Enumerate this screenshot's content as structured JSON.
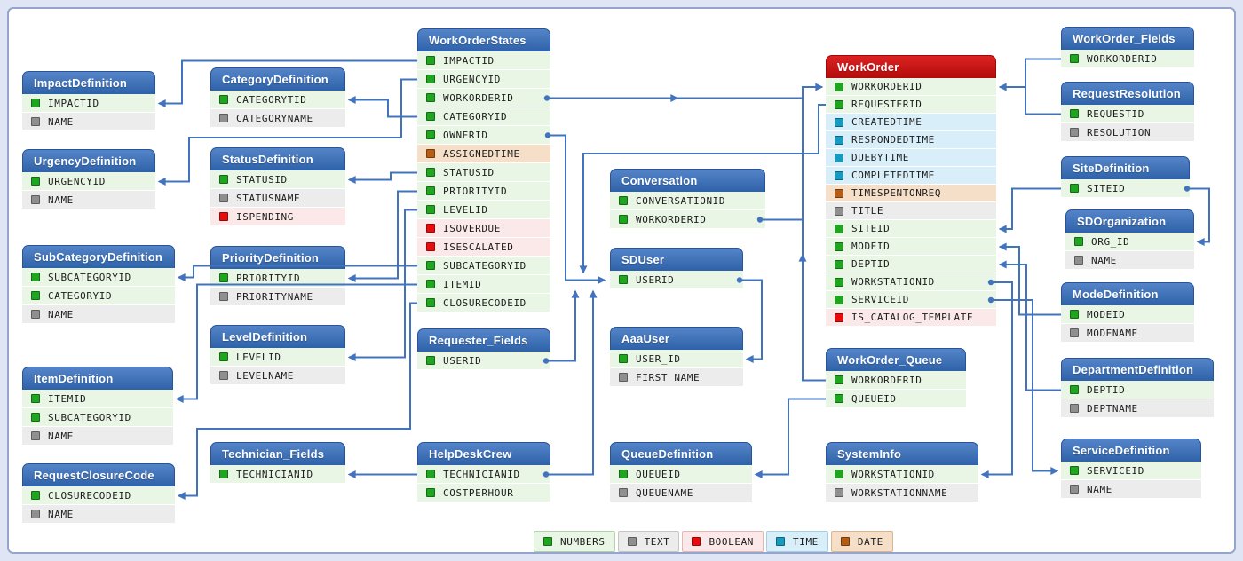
{
  "legend": {
    "items": [
      {
        "label": "NUMBERS",
        "type": "number"
      },
      {
        "label": "TEXT",
        "type": "text"
      },
      {
        "label": "BOOLEAN",
        "type": "boolean"
      },
      {
        "label": "TIME",
        "type": "time"
      },
      {
        "label": "DATE",
        "type": "date"
      }
    ]
  },
  "type_colors": {
    "number": {
      "square": "#1fa51f",
      "row_bg": "#e9f5e5",
      "legend_border": "#b4d2ae"
    },
    "text": {
      "square": "#8f8f8f",
      "row_bg": "#ececec",
      "legend_border": "#c6c6c6"
    },
    "boolean": {
      "square": "#e80c0c",
      "row_bg": "#fbe9e9",
      "legend_border": "#e4b7b7"
    },
    "time": {
      "square": "#169bc0",
      "row_bg": "#d8eef8",
      "legend_border": "#a7cfe2"
    },
    "date": {
      "square": "#b65c13",
      "row_bg": "#f6dfc9",
      "legend_border": "#dcb68e"
    }
  },
  "header_colors": {
    "blue": "#34699f",
    "red": "#c41111"
  },
  "wire_color": "#4273bf",
  "tables": [
    {
      "name": "ImpactDefinition",
      "header": "blue",
      "columns": [
        {
          "name": "IMPACTID",
          "type": "number"
        },
        {
          "name": "NAME",
          "type": "text"
        }
      ]
    },
    {
      "name": "UrgencyDefinition",
      "header": "blue",
      "columns": [
        {
          "name": "URGENCYID",
          "type": "number"
        },
        {
          "name": "NAME",
          "type": "text"
        }
      ]
    },
    {
      "name": "SubCategoryDefinition",
      "header": "blue",
      "columns": [
        {
          "name": "SUBCATEGORYID",
          "type": "number"
        },
        {
          "name": "CATEGORYID",
          "type": "number"
        },
        {
          "name": "NAME",
          "type": "text"
        }
      ]
    },
    {
      "name": "ItemDefinition",
      "header": "blue",
      "columns": [
        {
          "name": "ITEMID",
          "type": "number"
        },
        {
          "name": "SUBCATEGORYID",
          "type": "number"
        },
        {
          "name": "NAME",
          "type": "text"
        }
      ]
    },
    {
      "name": "RequestClosureCode",
      "header": "blue",
      "columns": [
        {
          "name": "CLOSURECODEID",
          "type": "number"
        },
        {
          "name": "NAME",
          "type": "text"
        }
      ]
    },
    {
      "name": "CategoryDefinition",
      "header": "blue",
      "columns": [
        {
          "name": "CATEGORYTID",
          "type": "number"
        },
        {
          "name": "CATEGORYNAME",
          "type": "text"
        }
      ]
    },
    {
      "name": "StatusDefinition",
      "header": "blue",
      "columns": [
        {
          "name": "STATUSID",
          "type": "number"
        },
        {
          "name": "STATUSNAME",
          "type": "text"
        },
        {
          "name": "ISPENDING",
          "type": "boolean"
        }
      ]
    },
    {
      "name": "PriorityDefinition",
      "header": "blue",
      "columns": [
        {
          "name": "PRIORITYID",
          "type": "number"
        },
        {
          "name": "PRIORITYNAME",
          "type": "text"
        }
      ]
    },
    {
      "name": "LevelDefinition",
      "header": "blue",
      "columns": [
        {
          "name": "LEVELID",
          "type": "number"
        },
        {
          "name": "LEVELNAME",
          "type": "text"
        }
      ]
    },
    {
      "name": "Technician_Fields",
      "header": "blue",
      "columns": [
        {
          "name": "TECHNICIANID",
          "type": "number"
        }
      ]
    },
    {
      "name": "WorkOrderStates",
      "header": "blue",
      "columns": [
        {
          "name": "IMPACTID",
          "type": "number"
        },
        {
          "name": "URGENCYID",
          "type": "number"
        },
        {
          "name": "WORKORDERID",
          "type": "number"
        },
        {
          "name": "CATEGORYID",
          "type": "number"
        },
        {
          "name": "OWNERID",
          "type": "number"
        },
        {
          "name": "ASSIGNEDTIME",
          "type": "date"
        },
        {
          "name": "STATUSID",
          "type": "number"
        },
        {
          "name": "PRIORITYID",
          "type": "number"
        },
        {
          "name": "LEVELID",
          "type": "number"
        },
        {
          "name": "ISOVERDUE",
          "type": "boolean"
        },
        {
          "name": "ISESCALATED",
          "type": "boolean"
        },
        {
          "name": "SUBCATEGORYID",
          "type": "number"
        },
        {
          "name": "ITEMID",
          "type": "number"
        },
        {
          "name": "CLOSURECODEID",
          "type": "number"
        }
      ]
    },
    {
      "name": "Requester_Fields",
      "header": "blue",
      "columns": [
        {
          "name": "USERID",
          "type": "number"
        }
      ]
    },
    {
      "name": "HelpDeskCrew",
      "header": "blue",
      "columns": [
        {
          "name": "TECHNICIANID",
          "type": "number"
        },
        {
          "name": "COSTPERHOUR",
          "type": "number"
        }
      ]
    },
    {
      "name": "Conversation",
      "header": "blue",
      "columns": [
        {
          "name": "CONVERSATIONID",
          "type": "number"
        },
        {
          "name": "WORKORDERID",
          "type": "number"
        }
      ]
    },
    {
      "name": "SDUser",
      "header": "blue",
      "columns": [
        {
          "name": "USERID",
          "type": "number"
        }
      ]
    },
    {
      "name": "AaaUser",
      "header": "blue",
      "columns": [
        {
          "name": "USER_ID",
          "type": "number"
        },
        {
          "name": "FIRST_NAME",
          "type": "text"
        }
      ]
    },
    {
      "name": "QueueDefinition",
      "header": "blue",
      "columns": [
        {
          "name": "QUEUEID",
          "type": "number"
        },
        {
          "name": "QUEUENAME",
          "type": "text"
        }
      ]
    },
    {
      "name": "WorkOrder",
      "header": "red",
      "columns": [
        {
          "name": "WORKORDERID",
          "type": "number"
        },
        {
          "name": "REQUESTERID",
          "type": "number"
        },
        {
          "name": "CREATEDTIME",
          "type": "time"
        },
        {
          "name": "RESPONDEDTIME",
          "type": "time"
        },
        {
          "name": "DUEBYTIME",
          "type": "time"
        },
        {
          "name": "COMPLETEDTIME",
          "type": "time"
        },
        {
          "name": "TIMESPENTONREQ",
          "type": "date"
        },
        {
          "name": "TITLE",
          "type": "text"
        },
        {
          "name": "SITEID",
          "type": "number"
        },
        {
          "name": "MODEID",
          "type": "number"
        },
        {
          "name": "DEPTID",
          "type": "number"
        },
        {
          "name": "WORKSTATIONID",
          "type": "number"
        },
        {
          "name": "SERVICEID",
          "type": "number"
        },
        {
          "name": "IS_CATALOG_TEMPLATE",
          "type": "boolean"
        }
      ]
    },
    {
      "name": "WorkOrder_Queue",
      "header": "blue",
      "columns": [
        {
          "name": "WORKORDERID",
          "type": "number"
        },
        {
          "name": "QUEUEID",
          "type": "number"
        }
      ]
    },
    {
      "name": "SystemInfo",
      "header": "blue",
      "columns": [
        {
          "name": "WORKSTATIONID",
          "type": "number"
        },
        {
          "name": "WORKSTATIONNAME",
          "type": "text"
        }
      ]
    },
    {
      "name": "WorkOrder_Fields",
      "header": "blue",
      "columns": [
        {
          "name": "WORKORDERID",
          "type": "number"
        }
      ]
    },
    {
      "name": "RequestResolution",
      "header": "blue",
      "columns": [
        {
          "name": "REQUESTID",
          "type": "number"
        },
        {
          "name": "RESOLUTION",
          "type": "text"
        }
      ]
    },
    {
      "name": "SiteDefinition",
      "header": "blue",
      "columns": [
        {
          "name": "SITEID",
          "type": "number"
        }
      ]
    },
    {
      "name": "SDOrganization",
      "header": "blue",
      "columns": [
        {
          "name": "ORG_ID",
          "type": "number"
        },
        {
          "name": "NAME",
          "type": "text"
        }
      ]
    },
    {
      "name": "ModeDefinition",
      "header": "blue",
      "columns": [
        {
          "name": "MODEID",
          "type": "number"
        },
        {
          "name": "MODENAME",
          "type": "text"
        }
      ]
    },
    {
      "name": "DepartmentDefinition",
      "header": "blue",
      "columns": [
        {
          "name": "DEPTID",
          "type": "number"
        },
        {
          "name": "DEPTNAME",
          "type": "text"
        }
      ]
    },
    {
      "name": "ServiceDefinition",
      "header": "blue",
      "columns": [
        {
          "name": "SERVICEID",
          "type": "number"
        },
        {
          "name": "NAME",
          "type": "text"
        }
      ]
    }
  ],
  "relationships": [
    {
      "from": "WorkOrderStates.IMPACTID",
      "to": "ImpactDefinition.IMPACTID"
    },
    {
      "from": "WorkOrderStates.URGENCYID",
      "to": "UrgencyDefinition.URGENCYID"
    },
    {
      "from": "WorkOrder_Queue.WORKORDERID",
      "to": "WorkOrder.WORKORDERID"
    },
    {
      "from": "WorkOrderStates.WORKORDERID",
      "to": "WorkOrder.WORKORDERID"
    },
    {
      "from": "Conversation.WORKORDERID",
      "to": "WorkOrder.WORKORDERID"
    },
    {
      "from": "WorkOrderStates.CATEGORYID",
      "to": "CategoryDefinition.CATEGORYTID"
    },
    {
      "from": "WorkOrderStates.OWNERID",
      "to": "SDUser.USERID"
    },
    {
      "from": "WorkOrder.REQUESTERID",
      "to": "SDUser.USERID"
    },
    {
      "from": "Requester_Fields.USERID",
      "to": "SDUser.USERID"
    },
    {
      "from": "HelpDeskCrew.TECHNICIANID",
      "to": "SDUser.USERID"
    },
    {
      "from": "WorkOrderStates.STATUSID",
      "to": "StatusDefinition.STATUSID"
    },
    {
      "from": "WorkOrderStates.PRIORITYID",
      "to": "PriorityDefinition.PRIORITYID"
    },
    {
      "from": "WorkOrderStates.LEVELID",
      "to": "LevelDefinition.LEVELID"
    },
    {
      "from": "WorkOrderStates.SUBCATEGORYID",
      "to": "SubCategoryDefinition.SUBCATEGORYID"
    },
    {
      "from": "WorkOrderStates.ITEMID",
      "to": "ItemDefinition.ITEMID"
    },
    {
      "from": "WorkOrderStates.CLOSURECODEID",
      "to": "RequestClosureCode.CLOSURECODEID"
    },
    {
      "from": "HelpDeskCrew.TECHNICIANID",
      "to": "Technician_Fields.TECHNICIANID"
    },
    {
      "from": "SDUser.USERID",
      "to": "AaaUser.USER_ID"
    },
    {
      "from": "WorkOrder_Queue.QUEUEID",
      "to": "QueueDefinition.QUEUEID"
    },
    {
      "from": "WorkOrder.WORKSTATIONID",
      "to": "SystemInfo.WORKSTATIONID"
    },
    {
      "from": "WorkOrder.SERVICEID",
      "to": "ServiceDefinition.SERVICEID"
    },
    {
      "from": "WorkOrder_Fields.WORKORDERID",
      "to": "WorkOrder.WORKORDERID"
    },
    {
      "from": "RequestResolution.REQUESTID",
      "to": "WorkOrder.WORKORDERID"
    },
    {
      "from": "SiteDefinition.SITEID",
      "to": "WorkOrder.SITEID"
    },
    {
      "from": "SiteDefinition.SITEID",
      "to": "SDOrganization.ORG_ID"
    },
    {
      "from": "ModeDefinition.MODEID",
      "to": "WorkOrder.MODEID"
    },
    {
      "from": "DepartmentDefinition.DEPTID",
      "to": "WorkOrder.DEPTID"
    }
  ]
}
